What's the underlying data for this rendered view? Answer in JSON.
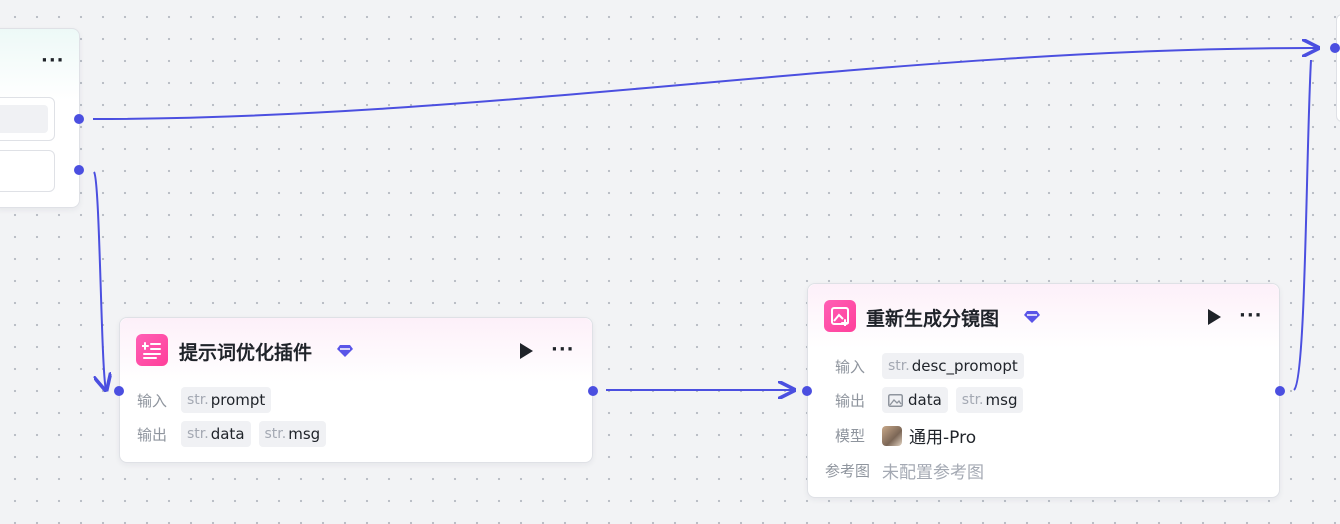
{
  "colors": {
    "accent": "#4b4fe0",
    "node_icon": "#ff4fa8",
    "canvas": "#f2f3f5"
  },
  "nodes": {
    "top": {
      "more_label": "···"
    },
    "prompt_plugin": {
      "title": "提示词优化插件",
      "icon": "list-optimize-icon",
      "more_label": "···",
      "input_label": "输入",
      "inputs": [
        {
          "type": "str.",
          "name": "prompt"
        }
      ],
      "output_label": "输出",
      "outputs": [
        {
          "type": "str.",
          "name": "data"
        },
        {
          "type": "str.",
          "name": "msg"
        }
      ]
    },
    "regen_storyboard": {
      "title": "重新生成分镜图",
      "icon": "image-regenerate-icon",
      "more_label": "···",
      "input_label": "输入",
      "inputs": [
        {
          "type": "str.",
          "name": "desc_promopt"
        }
      ],
      "output_label": "输出",
      "outputs": [
        {
          "type": "image",
          "name": "data"
        },
        {
          "type": "str.",
          "name": "msg"
        }
      ],
      "model_label": "模型",
      "model_value": "通用-Pro",
      "ref_label": "参考图",
      "ref_value": "未配置参考图"
    }
  }
}
